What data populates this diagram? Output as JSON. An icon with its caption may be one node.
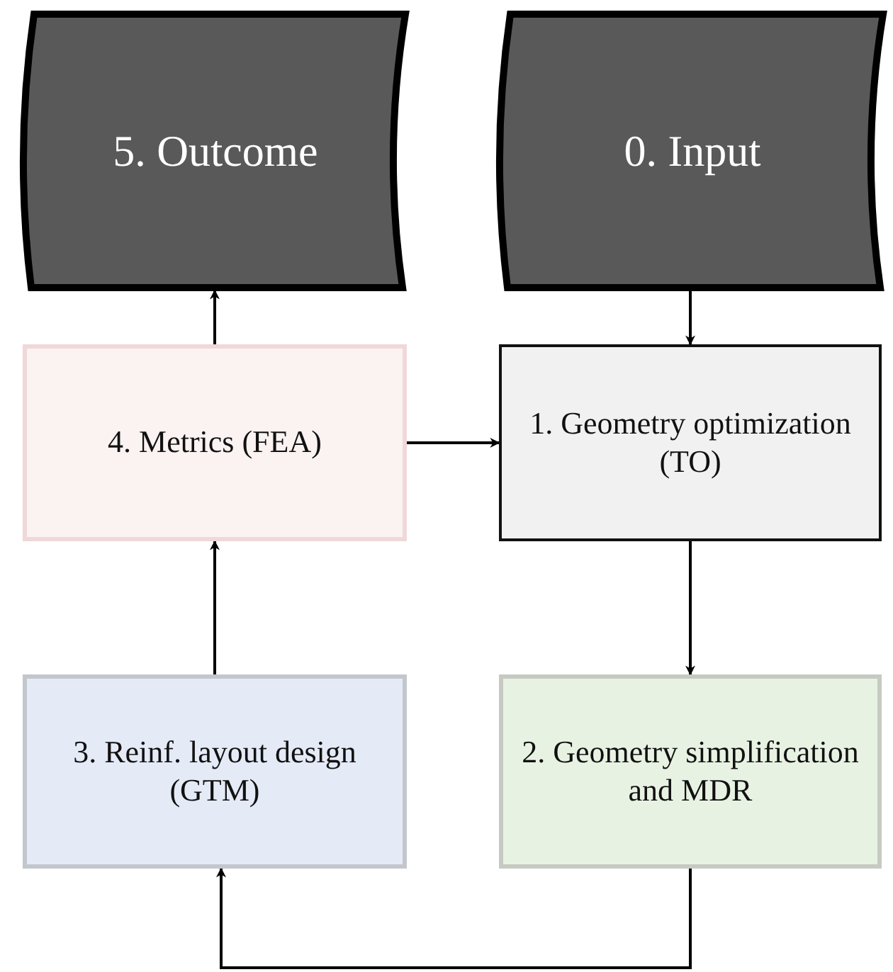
{
  "diagram": {
    "nodes": [
      {
        "text": [
          "5. Outcome"
        ]
      },
      {
        "text": [
          "0. Input"
        ]
      },
      {
        "text": [
          "4. Metrics (FEA)"
        ]
      },
      {
        "text": [
          "1. Geometry optimization (TO)"
        ]
      },
      {
        "text": [
          "3. Reinf. layout design (GTM)"
        ]
      },
      {
        "text": [
          "2. Geometry simplification and MDR"
        ]
      }
    ],
    "edges": [
      {
        "from": 1,
        "to": 3,
        "arrow": "to"
      },
      {
        "from": 2,
        "to": 0,
        "arrow": "to"
      },
      {
        "from": 2,
        "to": 3,
        "arrow": "to"
      },
      {
        "from": 3,
        "to": 5,
        "arrow": "to"
      },
      {
        "from": 5,
        "to": 4,
        "arrow": "to"
      },
      {
        "from": 4,
        "to": 2,
        "arrow": "to"
      }
    ]
  }
}
